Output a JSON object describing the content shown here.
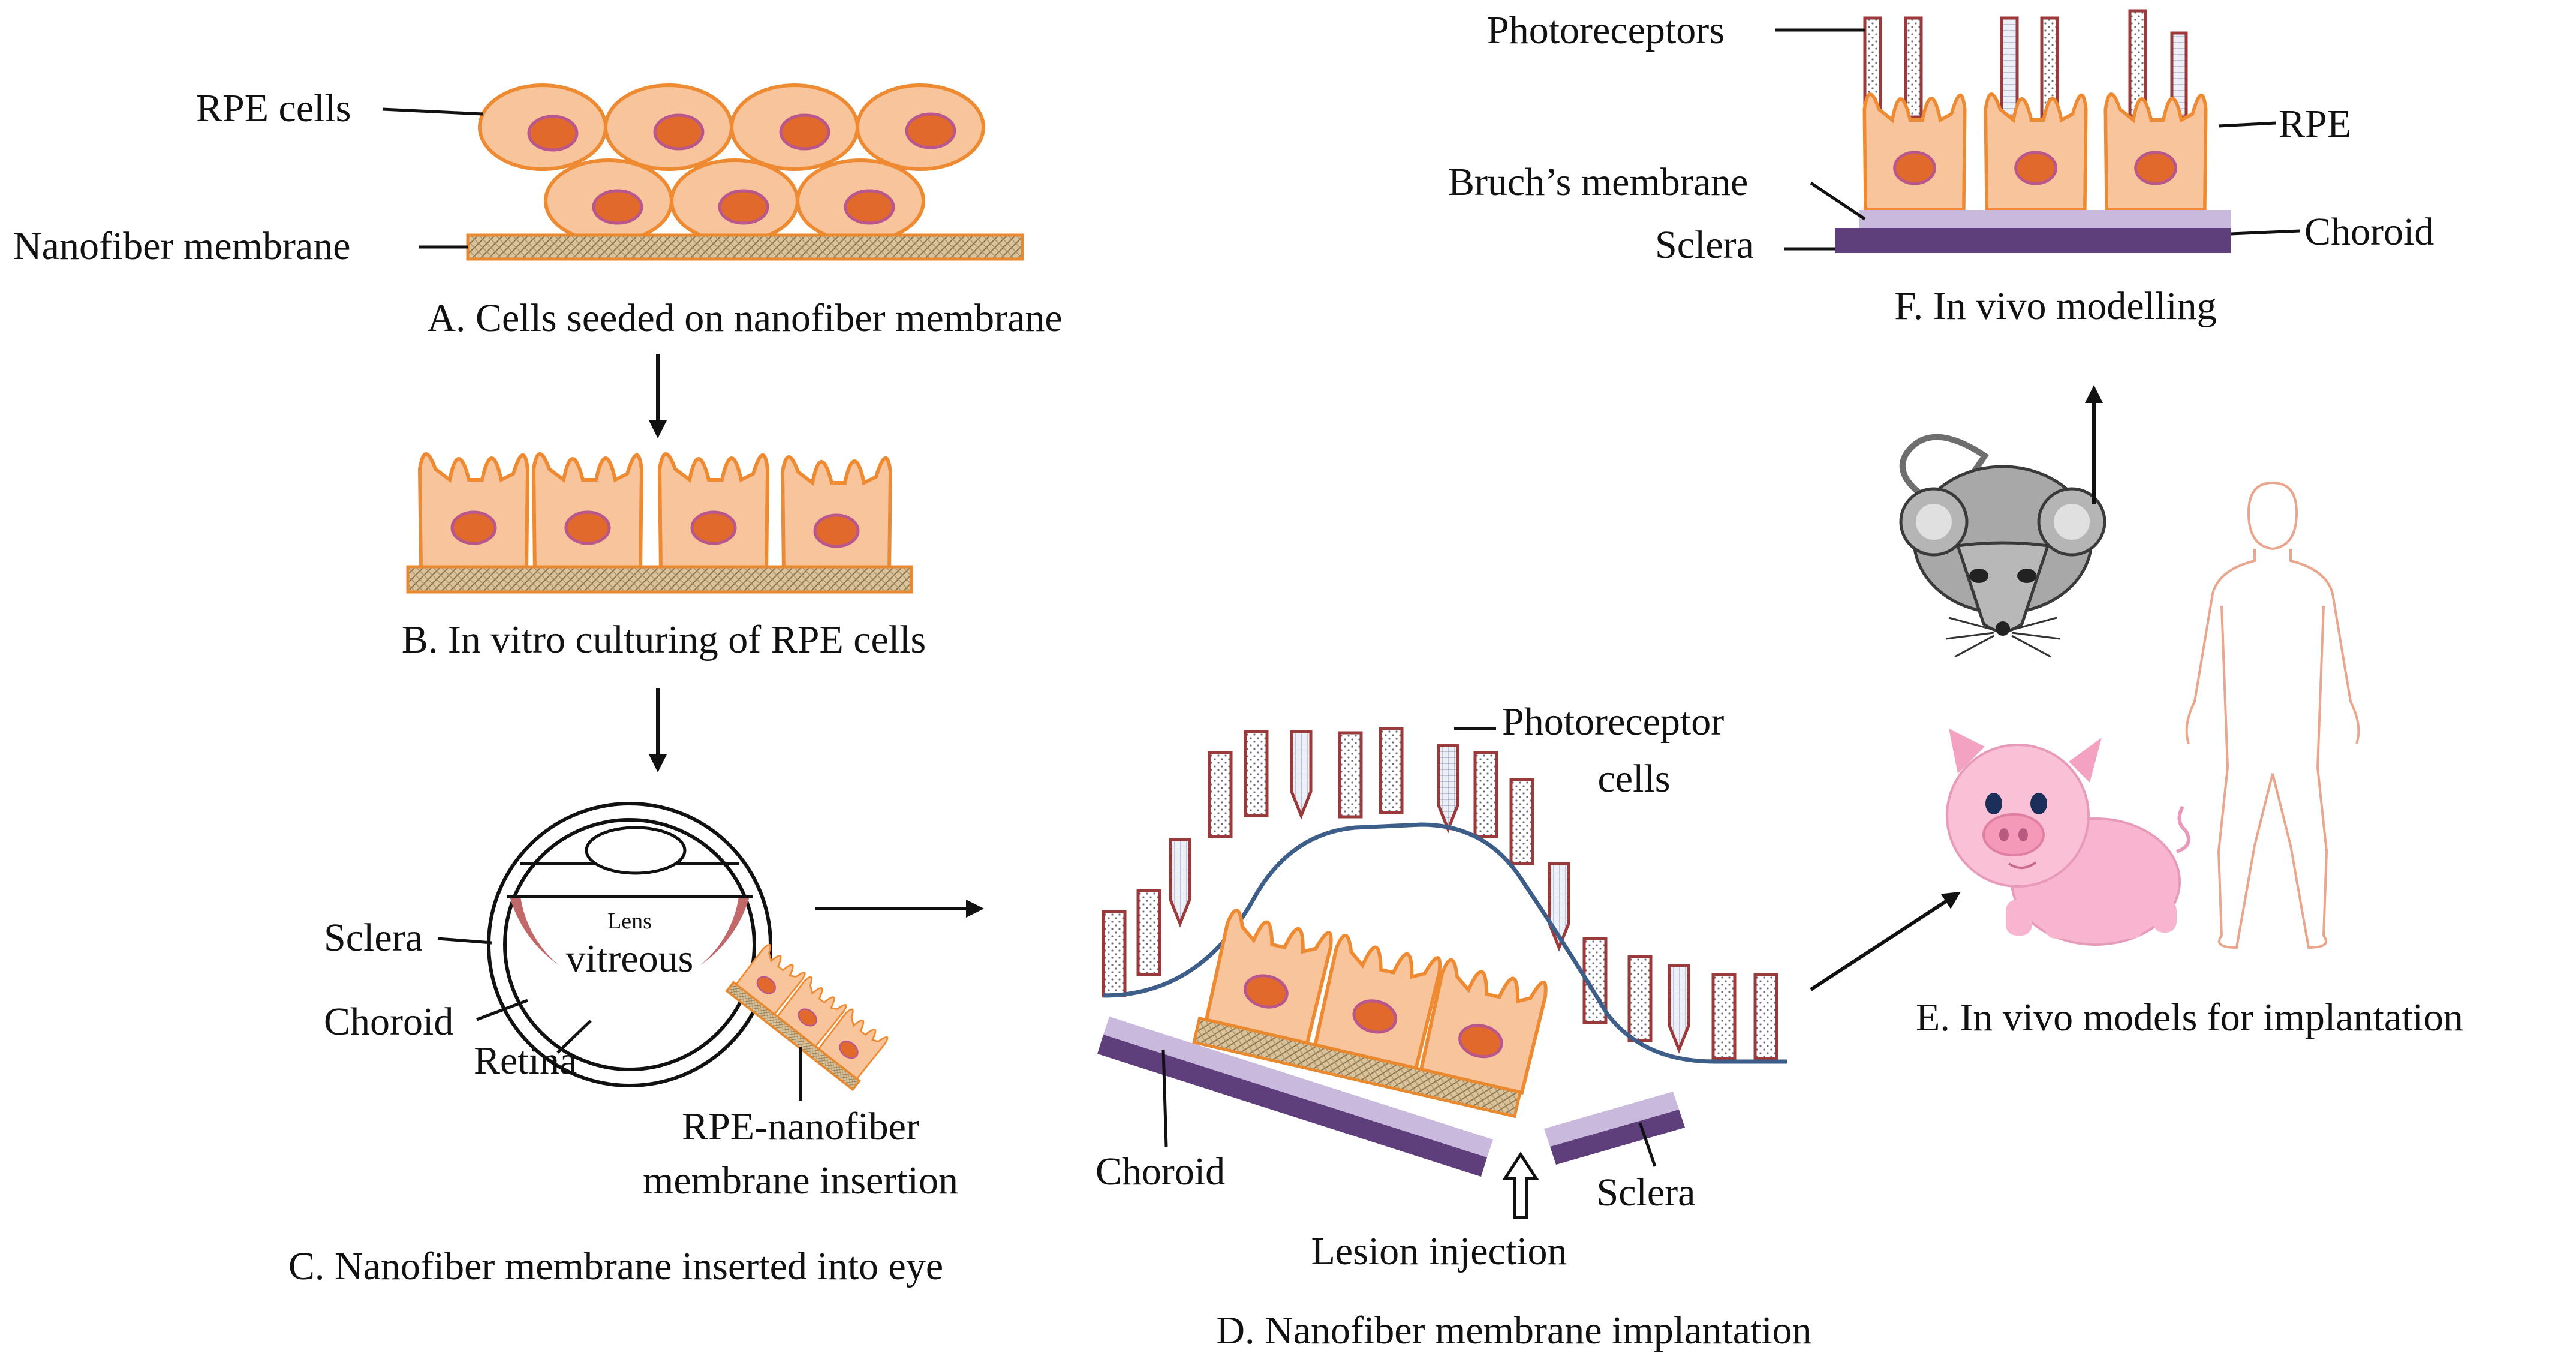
{
  "colors": {
    "cell_fill": "#F8C49C",
    "cell_stroke": "#EE8A32",
    "nucleus_fill": "#E2692C",
    "nucleus_stroke": "#B9578C",
    "membrane_fill": "#CDB58F",
    "membrane_stroke": "#E8892F",
    "photoreceptor_stroke": "#9B3A3A",
    "bruch_fill": "#C9B9DD",
    "sclera_fill": "#5E3F7C",
    "retina_fill": "#C0686A",
    "wave_stroke": "#3E5E8A",
    "pig_fill": "#F7B5CF",
    "mouse_fill": "#A8A8A8",
    "human_stroke": "#EAA58D"
  },
  "panel_a": {
    "rpe_cells_label": "RPE cells",
    "membrane_label": "Nanofiber membrane",
    "caption": "A. Cells seeded on nanofiber membrane"
  },
  "panel_b": {
    "caption": "B. In vitro culturing of RPE cells"
  },
  "panel_c": {
    "lens_label": "Lens",
    "vitreous_label": "vitreous",
    "sclera_label": "Sclera",
    "choroid_label": "Choroid",
    "retina_label": "Retina",
    "insertion_label_line1": "RPE-nanofiber",
    "insertion_label_line2": "membrane insertion",
    "caption": "C. Nanofiber membrane inserted into eye"
  },
  "panel_d": {
    "photoreceptor_label_line1": "Photoreceptor",
    "photoreceptor_label_line2": "cells",
    "choroid_label": "Choroid",
    "sclera_label": "Sclera",
    "lesion_label": "Lesion injection",
    "caption": "D. Nanofiber membrane implantation"
  },
  "panel_e": {
    "caption": "E. In vivo models for implantation"
  },
  "panel_f": {
    "photoreceptors_label": "Photoreceptors",
    "rpe_label": "RPE",
    "bruch_label": "Bruch’s membrane",
    "choroid_label": "Choroid",
    "sclera_label": "Sclera",
    "caption": "F. In vivo modelling"
  }
}
